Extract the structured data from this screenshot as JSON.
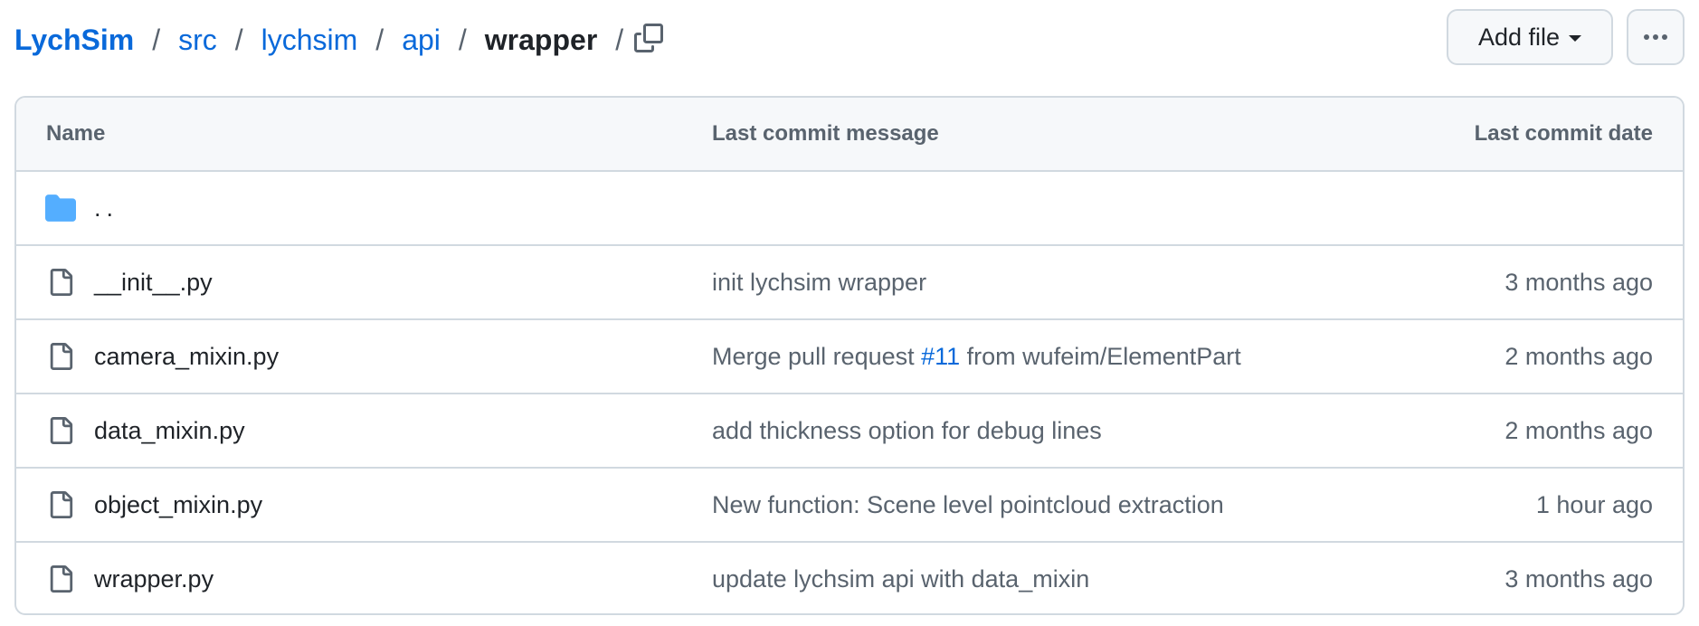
{
  "breadcrumb": {
    "repo": "LychSim",
    "parts": [
      "src",
      "lychsim",
      "api"
    ],
    "current": "wrapper",
    "separator": "/"
  },
  "toolbar": {
    "add_file_label": "Add file",
    "copy_icon": "copy-icon",
    "more_icon": "kebab-horizontal-icon"
  },
  "table": {
    "headers": {
      "name": "Name",
      "message": "Last commit message",
      "date": "Last commit date"
    },
    "parent": {
      "label": "..",
      "icon": "folder-icon"
    },
    "rows": [
      {
        "name": "__init__.py",
        "message": "init lychsim wrapper",
        "date": "3 months ago",
        "icon": "file-icon"
      },
      {
        "name": "camera_mixin.py",
        "message_pre": "Merge pull request ",
        "message_link": "#11",
        "message_post": " from wufeim/ElementPart",
        "date": "2 months ago",
        "icon": "file-icon"
      },
      {
        "name": "data_mixin.py",
        "message": "add thickness option for debug lines",
        "date": "2 months ago",
        "icon": "file-icon"
      },
      {
        "name": "object_mixin.py",
        "message": "New function: Scene level pointcloud extraction",
        "date": "1 hour ago",
        "icon": "file-icon"
      },
      {
        "name": "wrapper.py",
        "message": "update lychsim api with data_mixin",
        "date": "3 months ago",
        "icon": "file-icon"
      }
    ]
  },
  "colors": {
    "link": "#0969da",
    "folder": "#54aeff",
    "border": "#d1d9e0",
    "muted_text": "#59636e",
    "header_bg": "#f6f8fa"
  }
}
